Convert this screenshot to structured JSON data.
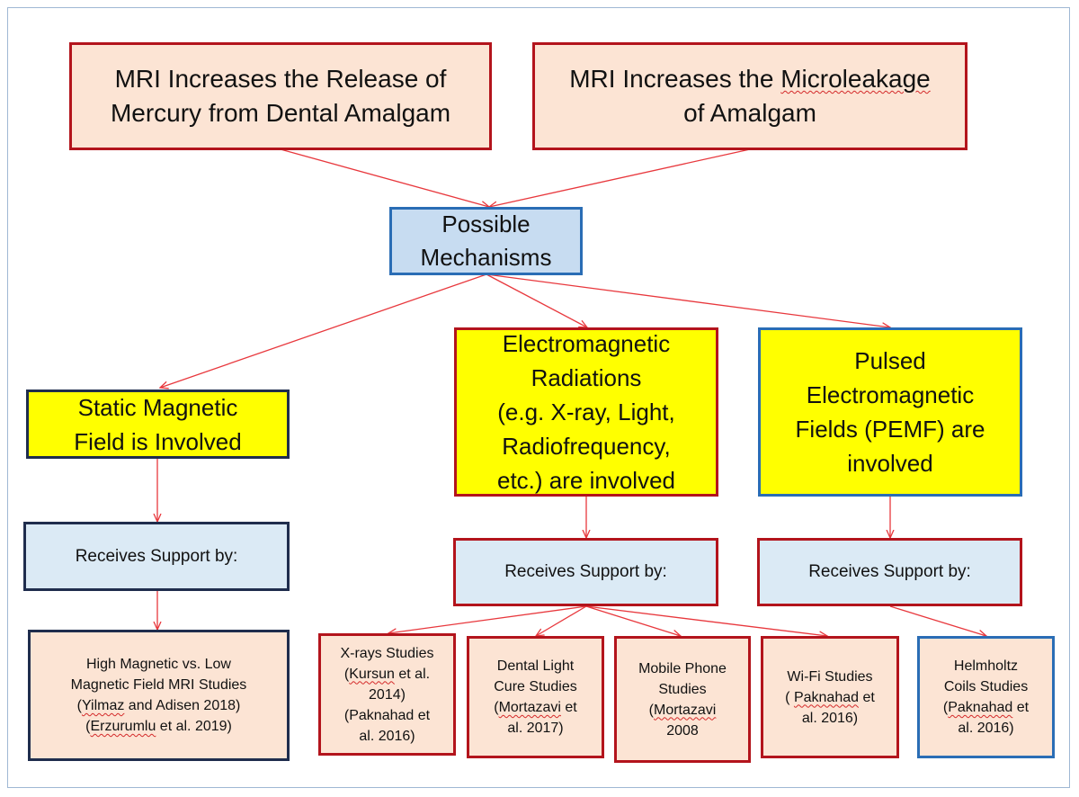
{
  "top": {
    "mercury_release": "MRI Increases the Release of\nMercury from Dental Amalgam",
    "microleakage_pre": "MRI Increases the ",
    "microleakage_sq": "Microleakage",
    "microleakage_post": "\nof Amalgam"
  },
  "mechanisms": "Possible\nMechanisms",
  "branches": {
    "static": "Static Magnetic\nField is Involved",
    "em": "Electromagnetic\nRadiations\n(e.g. X-ray, Light,\nRadiofrequency,\netc.) are involved",
    "pemf": "Pulsed\nElectromagnetic\nFields (PEMF) are\ninvolved"
  },
  "support_label": "Receives Support by:",
  "studies": {
    "high_low": {
      "title": "High Magnetic vs. Low\nMagnetic Field MRI Studies\n(",
      "ref1_sq": "Yilmaz",
      "ref1_rest": " and Adisen 2018)\n(",
      "ref2_sq": "Erzurumlu",
      "ref2_rest": " et al. 2019)"
    },
    "xrays": {
      "pre": "X-rays Studies\n(",
      "sq1": "Kursun",
      "mid": " et al.\n2014)\n(Paknahad et\nal. 2016)"
    },
    "dental": {
      "pre": "Dental Light\nCure Studies\n(",
      "sq1": "Mortazavi",
      "post": " et\nal. 2017)"
    },
    "mobile": {
      "pre": "Mobile Phone\nStudies\n(",
      "sq1": "Mortazavi",
      "post": "\n2008"
    },
    "wifi": {
      "pre": "Wi-Fi Studies\n( ",
      "sq1": "Paknahad",
      "post": " et\nal. 2016)"
    },
    "helmholtz": {
      "pre": "Helmholtz\nCoils  Studies\n(",
      "sq1": "Paknahad",
      "post": " et\nal. 2016)"
    }
  },
  "colors": {
    "red_border": "#b3141c",
    "blue_border": "#2a6db5",
    "navy_border": "#1f2d4d",
    "peach_fill": "#fce4d4",
    "light_blue_fill": "#dbeaf5",
    "yellow_fill": "#ffff00",
    "arrow": "#e8383d"
  }
}
